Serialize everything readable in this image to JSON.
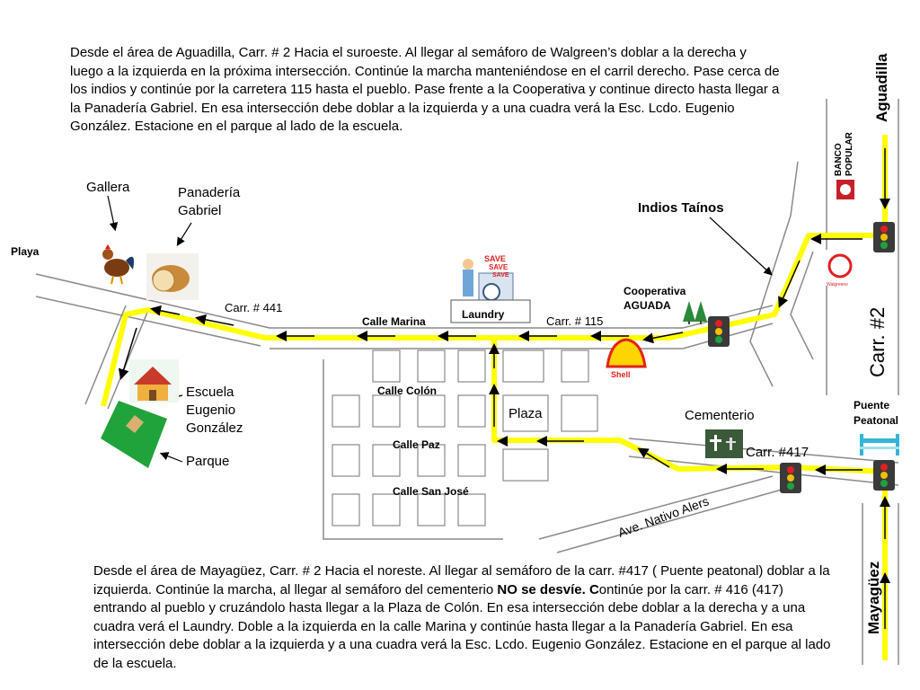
{
  "directions": {
    "from_aguadilla": "Desde el área de Aguadilla, Carr. # 2 Hacia el suroeste. Al llegar al semáforo de Walgreen’s doblar a la derecha y luego a la izquierda en la próxima intersección. Continúe la marcha manteniéndose en el carril derecho. Pase cerca de los indios y continúe por la carretera 115 hasta el pueblo. Pase frente a la Cooperativa y continue directo hasta llegar a la Panadería Gabriel. En esa intersección debe doblar a la izquierda y a una cuadra verá la Esc. Lcdo. Eugenio González. Estacione en el parque al lado de la escuela.",
    "from_mayaguez_part1": "Desde el área de Mayagüez, Carr. # 2 Hacia el noreste. Al llegar al semáforo de la carr. #417 ( Puente peatonal) doblar a la izquierda. Continúe la marcha, al llegar al semáforo del cementerio ",
    "from_mayaguez_bold": "NO se desvíe. C",
    "from_mayaguez_part2": "ontinúe por la carr. # 416 (417) entrando al pueblo y cruzándolo hasta llegar a la Plaza de Colón. En esa intersección debe doblar a la derecha y a una cuadra verá el Laundry. Doble a la izquierda en la calle Marina y continúe hasta llegar a la Panadería Gabriel. En esa intersección debe doblar a la izquierda y a una cuadra verá la Esc. Lcdo. Eugenio González. Estacione en el parque al lado de la escuela."
  },
  "labels": {
    "gallera": "Gallera",
    "panaderia_1": "Panadería",
    "panaderia_2": "Gabriel",
    "playa": "Playa",
    "carr441": "Carr. # 441",
    "calle_marina": "Calle Marina",
    "laundry": "Laundry",
    "save": [
      "SAVE",
      "SAVE",
      "SAVE"
    ],
    "carr115": "Carr. # 115",
    "indios": "Indios Taínos",
    "cooperativa_1": "Cooperativa",
    "cooperativa_2": "AGUADA",
    "calle_colon": "Calle Colón",
    "plaza": "Plaza",
    "calle_paz": "Calle Paz",
    "calle_san_jose": "Calle San José",
    "escuela_1": "Escuela",
    "escuela_2": "Eugenio",
    "escuela_3": "González",
    "parque": "Parque",
    "cementerio": "Cementerio",
    "carr417": "Carr. #417",
    "puente_1": "Puente",
    "puente_2": "Peatonal",
    "ave_nativo": "Ave. Nativo Alers",
    "aguadilla": "Aguadilla",
    "carr2": "Carr. #2",
    "mayaguez": "Mayagüez",
    "banco_1": "BANCO",
    "banco_2": "POPULAR",
    "shell": "Shell",
    "walgreens": "Walgreens"
  },
  "colors": {
    "route": "#ffff00",
    "road_line": "#8a8a8a",
    "arrow": "#000000",
    "shell_red": "#e2231a",
    "shell_yellow": "#ffd400",
    "grass": "#1fa33a",
    "puente": "#33b5d6"
  },
  "icons": [
    "rooster-icon",
    "bread-icon",
    "laundry-icon",
    "shell-logo-icon",
    "pine-trees-icon",
    "school-icon",
    "baseball-field-icon",
    "cemetery-icon",
    "traffic-light-icon",
    "banco-popular-logo",
    "walgreens-logo",
    "pedestrian-bridge-icon"
  ]
}
